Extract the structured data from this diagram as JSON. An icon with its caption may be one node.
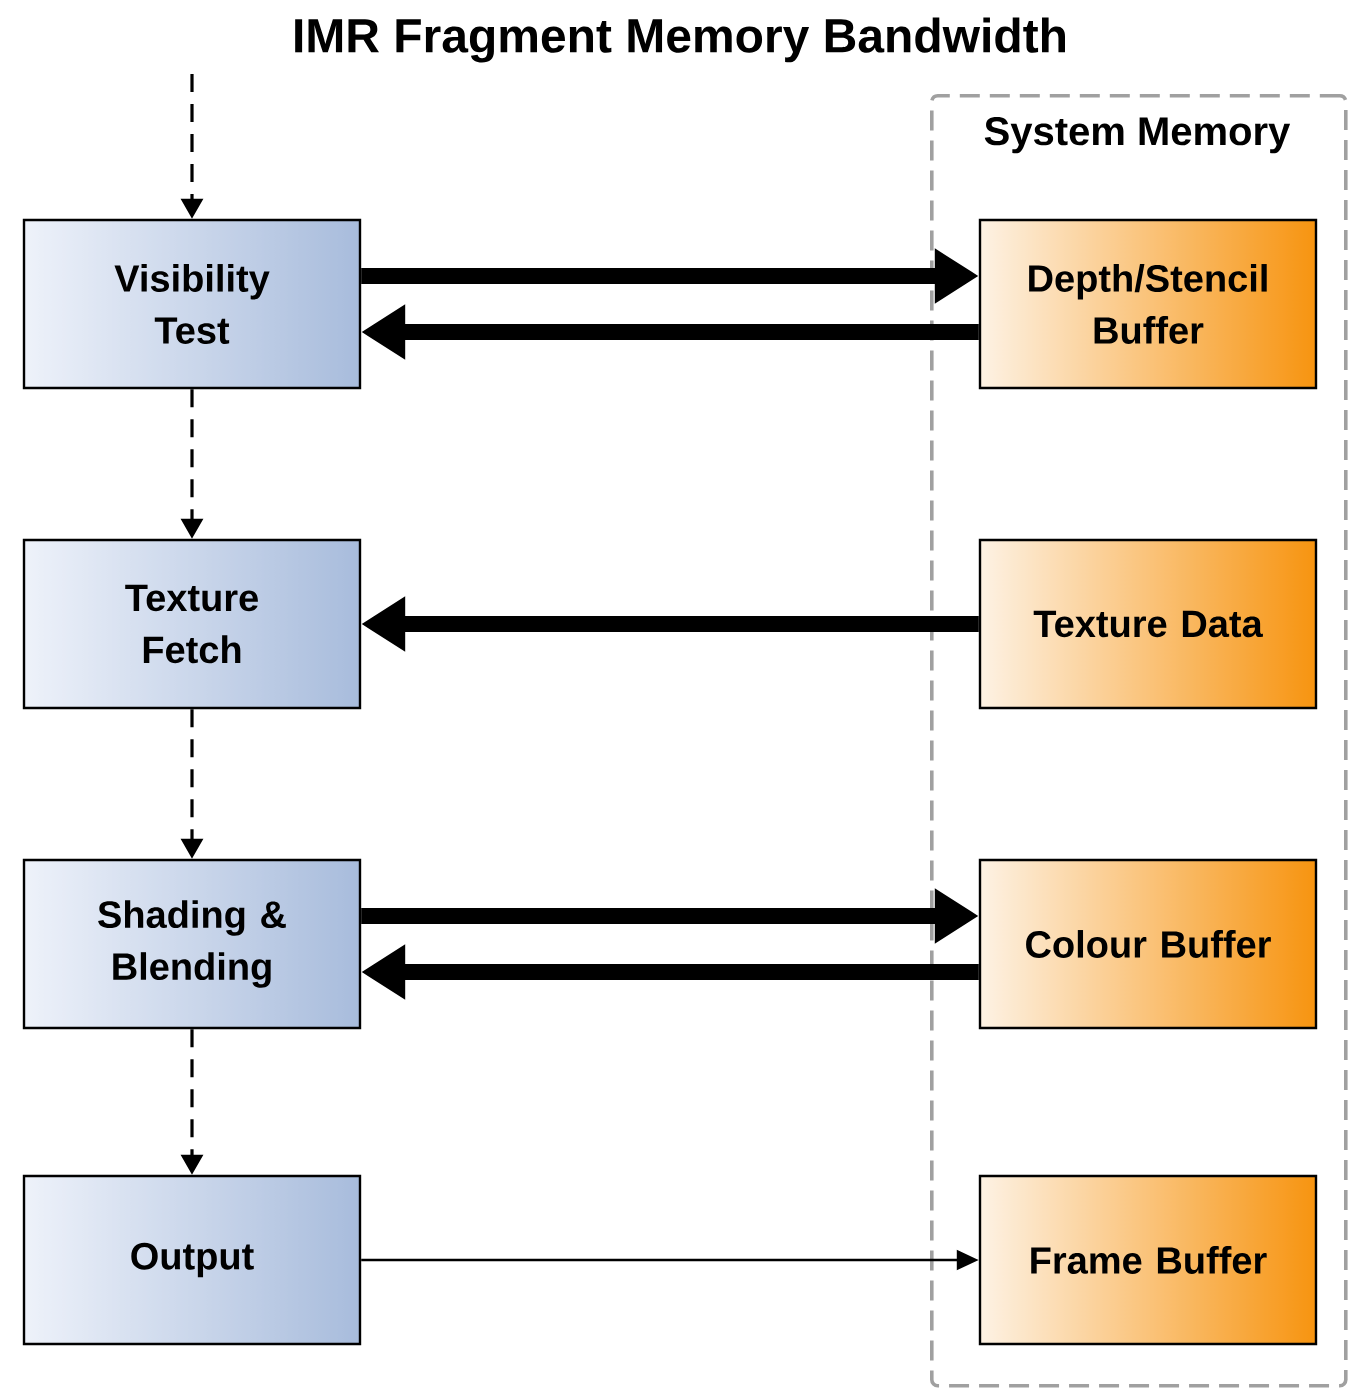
{
  "diagram": {
    "title": "IMR Fragment Memory Bandwidth",
    "nodes": [
      {
        "text": [
          "System Memory"
        ]
      },
      {
        "text": [
          "Visibility Test"
        ]
      },
      {
        "text": [
          "Texture Fetch"
        ]
      },
      {
        "text": [
          "Shading & Blending"
        ]
      },
      {
        "text": [
          "Output"
        ]
      },
      {
        "text": [
          "Depth/Stencil Buffer"
        ],
        "in": 0
      },
      {
        "text": [
          "Texture Data"
        ],
        "in": 0
      },
      {
        "text": [
          "Colour Buffer"
        ],
        "in": 0
      },
      {
        "text": [
          "Frame Buffer"
        ],
        "in": 0
      }
    ],
    "edges": [
      {
        "from": null,
        "to": 1,
        "arrow": "to",
        "style": "dashed"
      },
      {
        "from": 1,
        "to": 2,
        "arrow": "to",
        "style": "dashed"
      },
      {
        "from": 2,
        "to": 3,
        "arrow": "to",
        "style": "dashed"
      },
      {
        "from": 3,
        "to": 4,
        "arrow": "to",
        "style": "dashed"
      },
      {
        "from": 1,
        "to": 5,
        "arrow": "to",
        "style": "thick"
      },
      {
        "from": 5,
        "to": 1,
        "arrow": "to",
        "style": "thick"
      },
      {
        "from": 6,
        "to": 2,
        "arrow": "to",
        "style": "thick"
      },
      {
        "from": 3,
        "to": 7,
        "arrow": "to",
        "style": "thick"
      },
      {
        "from": 7,
        "to": 3,
        "arrow": "to",
        "style": "thick"
      },
      {
        "from": 4,
        "to": 8,
        "arrow": "to"
      }
    ]
  }
}
